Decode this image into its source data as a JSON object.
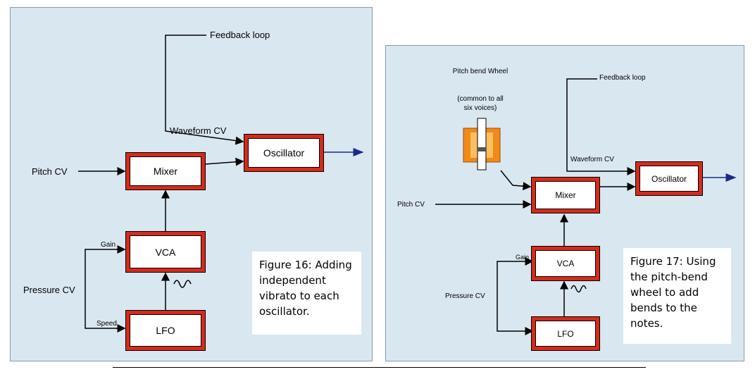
{
  "figure16": {
    "caption": "Figure 16: Adding independent vibrato to each oscillator.",
    "feedback_label": "Feedback loop",
    "waveform_label": "Waveform CV",
    "pitch_label": "Pitch CV",
    "pressure_label": "Pressure CV",
    "gain_label": "Gain",
    "speed_label": "Speed",
    "oscillator": "Oscillator",
    "mixer": "Mixer",
    "vca": "VCA",
    "lfo": "LFO"
  },
  "figure17": {
    "caption": "Figure 17: Using the pitch-bend wheel to add bends to the notes.",
    "wheel_title": "Pitch bend Wheel",
    "wheel_note": "(common to all six voices)",
    "feedback_label": "Feedback loop",
    "waveform_label": "Waveform CV",
    "pitch_label": "Pitch CV",
    "pressure_label": "Pressure CV",
    "gain_label": "Gain",
    "oscillator": "Oscillator",
    "mixer": "Mixer",
    "vca": "VCA",
    "lfo": "LFO"
  },
  "colors": {
    "panel": "#d9e7f1",
    "box_border": "#d62b1c",
    "output_arrow": "#1a2a8a",
    "wheel": "#f08a18"
  }
}
